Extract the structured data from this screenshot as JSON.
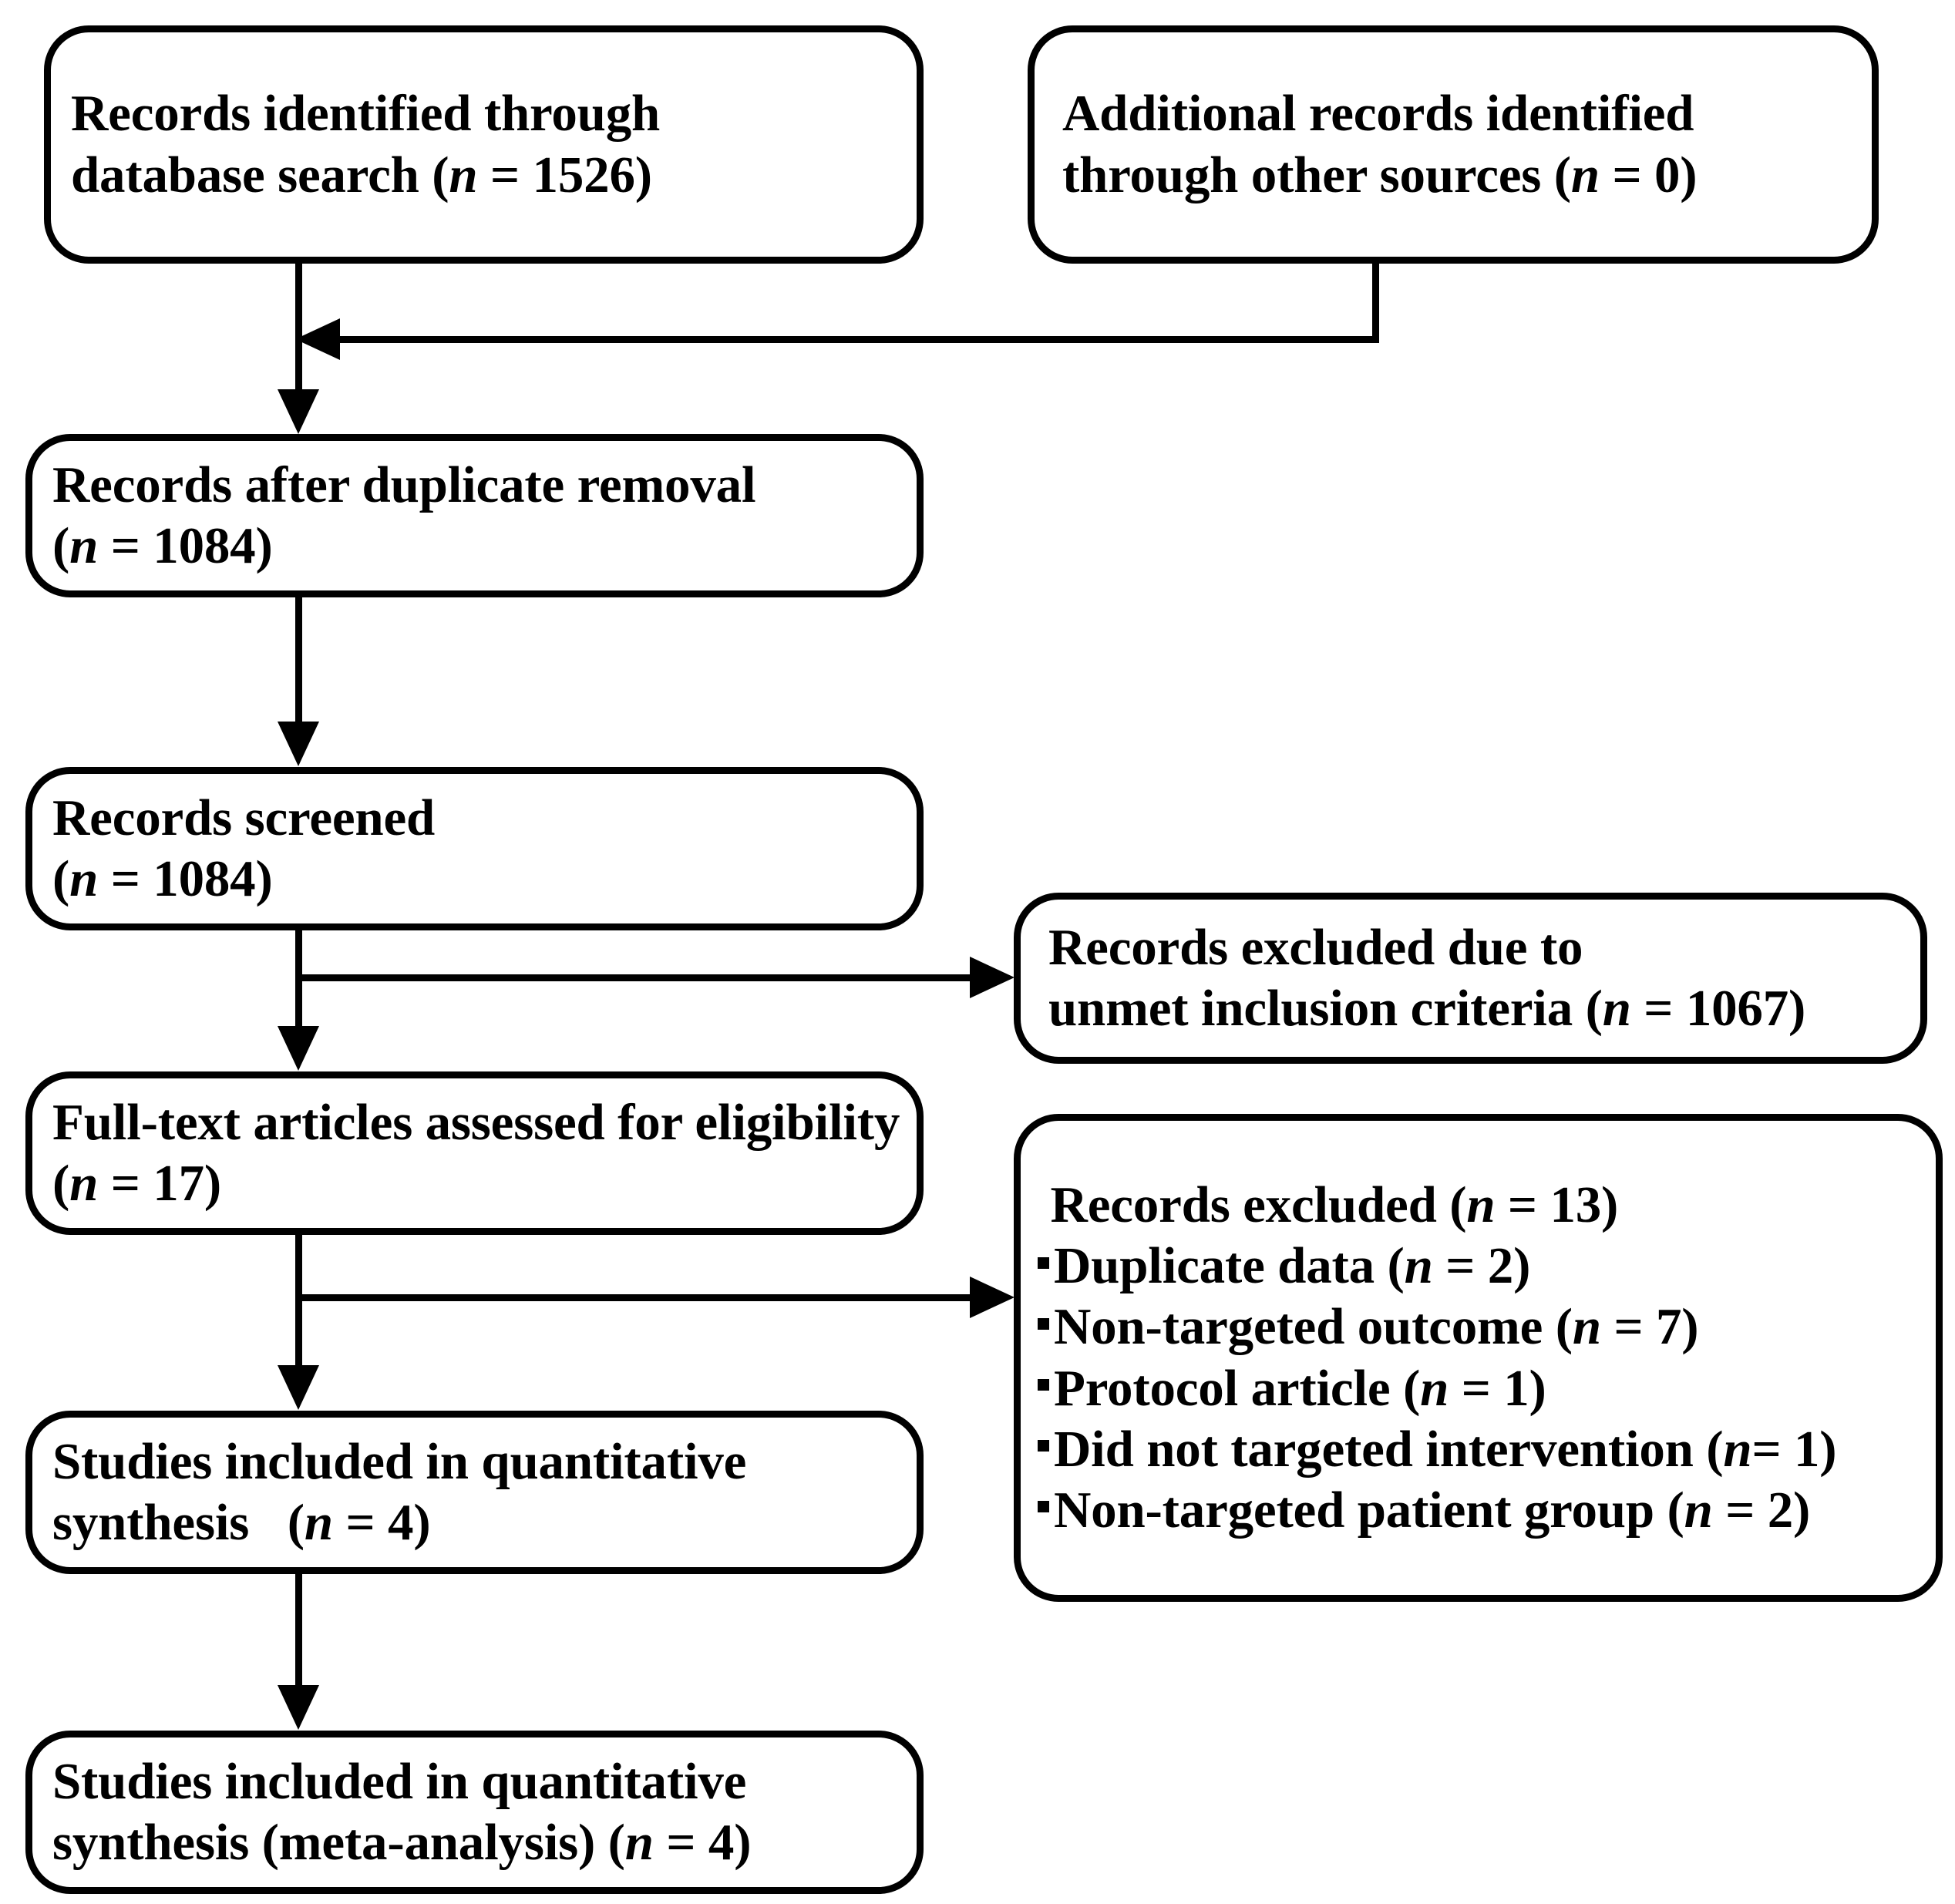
{
  "diagram": {
    "type": "prisma-flow-diagram",
    "title": "PRISMA study selection flow diagram",
    "line_color": "#000000",
    "box_fill": "#ffffff",
    "background": "#ffffff"
  },
  "boxes": {
    "identified_database": {
      "name": "records-identified-database",
      "line1": "Records identified through",
      "line2_pre": "database search (",
      "line2_italic": "n",
      "line2_post": " = 1526)",
      "n": 1526
    },
    "identified_other": {
      "name": "additional-records-other-sources",
      "line1": "Additional records identified",
      "line2_pre": "through other sources (",
      "line2_italic": "n",
      "line2_post": " = 0)",
      "n": 0
    },
    "after_duplicates": {
      "name": "records-after-duplicate-removal",
      "line1": "Records after duplicate removal",
      "line2_pre": "(",
      "line2_italic": "n",
      "line2_post": " = 1084)",
      "n": 1084
    },
    "screened": {
      "name": "records-screened",
      "line1": "Records screened",
      "line2_pre": "(",
      "line2_italic": "n",
      "line2_post": " = 1084)",
      "n": 1084
    },
    "excluded_criteria": {
      "name": "records-excluded-unmet-criteria",
      "line1": "Records excluded due to",
      "line2_pre": "unmet inclusion criteria (",
      "line2_italic": "n",
      "line2_post": " = 1067)",
      "n": 1067
    },
    "fulltext": {
      "name": "full-text-articles-assessed",
      "line1": "Full-text articles assessed for eligibility",
      "line2_pre": "(",
      "line2_italic": "n",
      "line2_post": " = 17)",
      "n": 17
    },
    "excluded_reasons": {
      "name": "records-excluded-with-reasons",
      "heading_pre": " Records excluded (",
      "heading_italic": "n",
      "heading_post": " = 13)",
      "n": 13,
      "reasons": [
        {
          "label": "Duplicate data (",
          "italic": "n",
          "post": " = 2)",
          "n": 2
        },
        {
          "label": "Non-targeted outcome (",
          "italic": "n",
          "post": " = 7)",
          "n": 7
        },
        {
          "label": "Protocol article (",
          "italic": "n",
          "post": " = 1)",
          "n": 1
        },
        {
          "label": "Did not targeted intervention (",
          "italic": "n",
          "post": "= 1)",
          "n": 1
        },
        {
          "label": "Non-targeted patient group (",
          "italic": "n",
          "post": " = 2)",
          "n": 2
        }
      ]
    },
    "included_quant": {
      "name": "studies-included-quantitative-synthesis",
      "line1": "Studies included in quantitative",
      "line2_pre": "synthesis   (",
      "line2_italic": "n",
      "line2_post": " = 4)",
      "n": 4
    },
    "included_meta": {
      "name": "studies-included-meta-analysis",
      "line1": "Studies included in quantitative",
      "line2_pre": "synthesis (meta-analysis) (",
      "line2_italic": "n",
      "line2_post": " = 4)",
      "n": 4
    }
  },
  "connectors": [
    {
      "name": "arrow-identified-to-after-duplicates",
      "from": "identified_database",
      "to": "after_duplicates",
      "direction": "down"
    },
    {
      "name": "arrow-other-sources-merge",
      "from": "identified_other",
      "to": "after_duplicates",
      "direction": "left"
    },
    {
      "name": "arrow-after-duplicates-to-screened",
      "from": "after_duplicates",
      "to": "screened",
      "direction": "down"
    },
    {
      "name": "arrow-screened-to-excluded-criteria",
      "from": "screened",
      "to": "excluded_criteria",
      "direction": "right"
    },
    {
      "name": "arrow-screened-to-fulltext",
      "from": "screened",
      "to": "fulltext",
      "direction": "down"
    },
    {
      "name": "arrow-fulltext-to-excluded-reasons",
      "from": "fulltext",
      "to": "excluded_reasons",
      "direction": "right"
    },
    {
      "name": "arrow-fulltext-to-included-quant",
      "from": "fulltext",
      "to": "included_quant",
      "direction": "down"
    },
    {
      "name": "arrow-included-quant-to-meta",
      "from": "included_quant",
      "to": "included_meta",
      "direction": "down"
    }
  ]
}
